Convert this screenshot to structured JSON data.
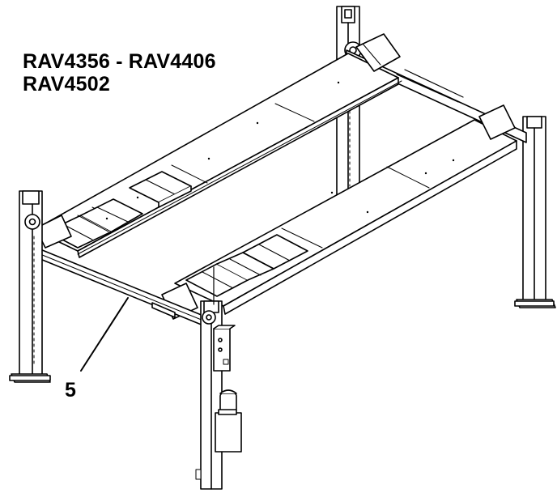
{
  "title": {
    "line1": "RAV4356 - RAV4406",
    "line2": "RAV4502"
  },
  "callout": {
    "label": "5"
  },
  "colors": {
    "line": "#000000",
    "fill": "#ffffff"
  }
}
